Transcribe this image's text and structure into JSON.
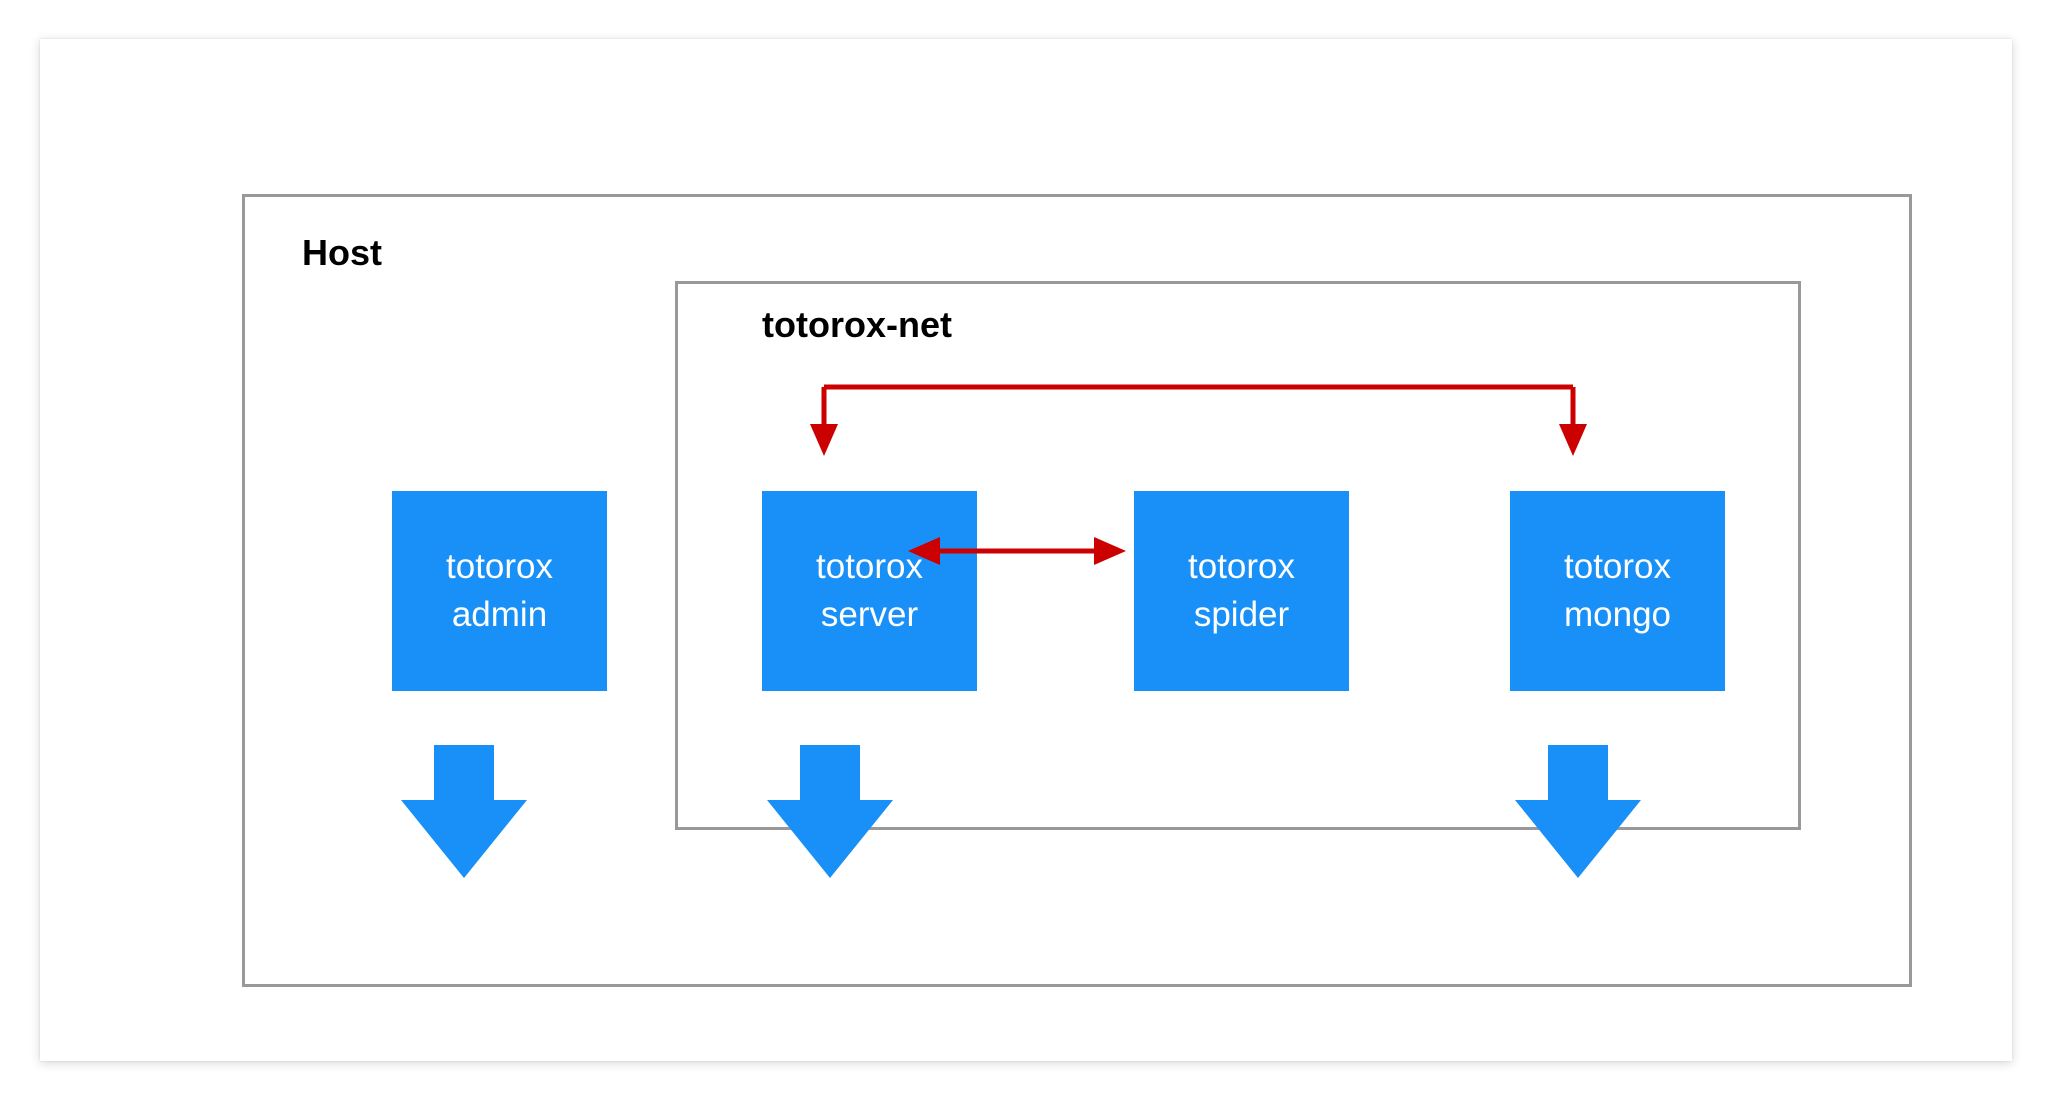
{
  "diagram": {
    "title": "Host / totorox-net container architecture",
    "background_color": "#ffffff",
    "card_color": "#ffffff",
    "border_color": "#999999",
    "service_color": "#1890f8",
    "connector_color": "#cc0000",
    "arrow_color": "#1890f8",
    "text_color_on_service": "#ffffff",
    "label_color": "#000000"
  },
  "host": {
    "label": "Host"
  },
  "network": {
    "label": "totorox-net"
  },
  "services": [
    {
      "id": "admin",
      "line1": "totorox",
      "line2": "admin",
      "in_network": false
    },
    {
      "id": "server",
      "line1": "totorox",
      "line2": "server",
      "in_network": true
    },
    {
      "id": "spider",
      "line1": "totorox",
      "line2": "spider",
      "in_network": true
    },
    {
      "id": "mongo",
      "line1": "totorox",
      "line2": "mongo",
      "in_network": true
    }
  ],
  "connectors": [
    {
      "id": "bus-to-server-and-mongo",
      "kind": "elbow-split",
      "color": "#cc0000",
      "targets": [
        "server",
        "mongo"
      ]
    },
    {
      "id": "server-spider-bidirectional",
      "kind": "double-arrow",
      "color": "#cc0000",
      "from": "server",
      "to": "spider"
    }
  ],
  "port_arrows": [
    {
      "id": "admin-port-arrow",
      "under": "admin"
    },
    {
      "id": "server-port-arrow",
      "under": "server"
    },
    {
      "id": "mongo-port-arrow",
      "under": "mongo"
    }
  ]
}
